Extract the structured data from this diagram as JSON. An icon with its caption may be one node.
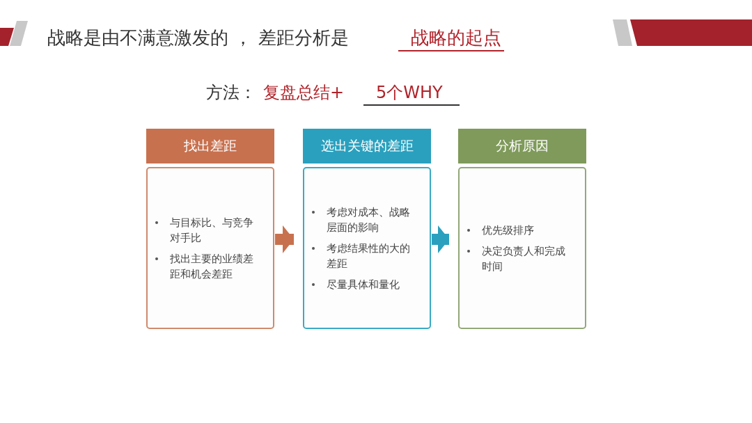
{
  "diagram": {
    "title": "战略是由不满意激发的 ， 差距分析是",
    "nodes": [
      {
        "text": [
          "找出差距"
        ]
      },
      {
        "text": [
          "与目标比、与竞争对手比",
          "找出主要的业绩差距和机会差距"
        ]
      },
      {
        "text": [
          "选出关键的差距"
        ]
      },
      {
        "text": [
          "考虑对成本、战略层面的影响",
          "考虑结果性的大的差距",
          "尽量具体和量化"
        ]
      },
      {
        "text": [
          "分析原因"
        ]
      },
      {
        "text": [
          "优先级排序",
          "决定负责人和完成时间"
        ]
      }
    ],
    "edges": [
      {
        "from": 1,
        "to": 3,
        "arrow": "to",
        "color": "#c8714f"
      },
      {
        "from": 3,
        "to": 5,
        "arrow": "to",
        "color": "#2aa0be"
      }
    ],
    "labels": [
      "战略的起点",
      "方法：",
      "复盘总结+",
      "5个WHY"
    ]
  }
}
